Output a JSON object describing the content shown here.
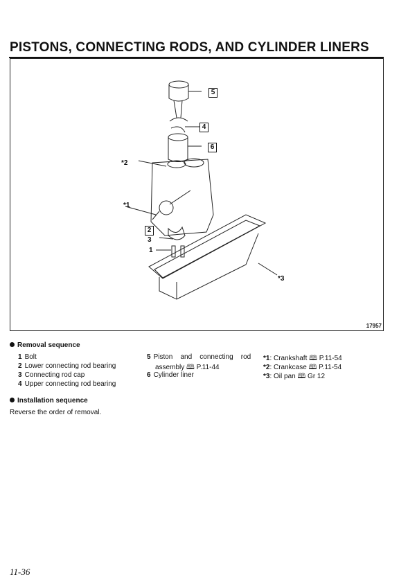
{
  "title": "PISTONS, CONNECTING RODS, AND CYLINDER LINERS",
  "figure": {
    "number": "17957",
    "labels": {
      "l5": "5",
      "l4": "4",
      "l6": "6",
      "s2": "*2",
      "s1": "*1",
      "l2": "2",
      "l3": "3",
      "l1": "1",
      "s3": "*3"
    }
  },
  "removal": {
    "heading": "Removal sequence",
    "items": [
      {
        "n": "1",
        "t": "Bolt"
      },
      {
        "n": "2",
        "t": "Lower connecting rod bearing"
      },
      {
        "n": "3",
        "t": "Connecting rod cap"
      },
      {
        "n": "4",
        "t": "Upper connecting rod bearing"
      },
      {
        "n": "5",
        "t": "Piston    and    connecting    rod",
        "t2": "assembly 🕮 P.11-44"
      },
      {
        "n": "6",
        "t": "Cylinder liner"
      }
    ],
    "notes": [
      {
        "n": "*1",
        "t": ": Crankshaft 🕮 P.11-54"
      },
      {
        "n": "*2",
        "t": ": Crankcase 🕮 P.11-54"
      },
      {
        "n": "*3",
        "t": ": Oil pan 🕮 Gr 12"
      }
    ]
  },
  "installation": {
    "heading": "Installation sequence",
    "text": "Reverse the order of removal."
  },
  "page_number": "11-36"
}
